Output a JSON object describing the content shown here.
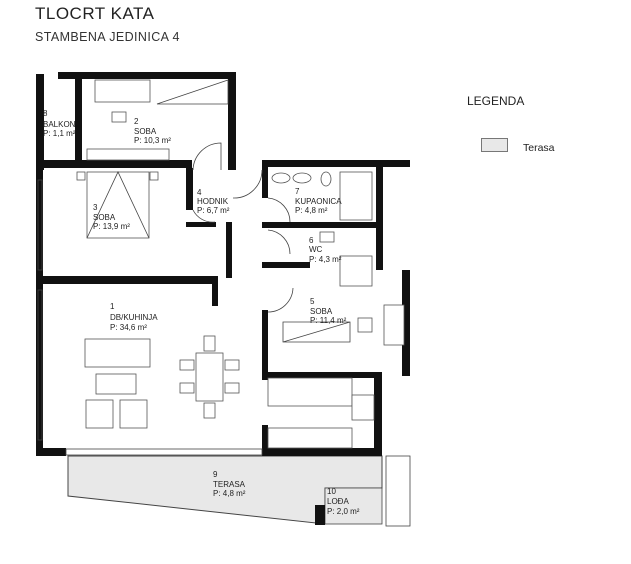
{
  "header": {
    "title": "TLOCRT KATA",
    "subtitle": "STAMBENA JEDINICA 4"
  },
  "legend": {
    "title": "LEGENDA",
    "items": [
      {
        "label": "Terasa",
        "color": "#e8e8e8"
      }
    ]
  },
  "rooms": [
    {
      "number": "1",
      "name": "DB/KUHINJA",
      "area": "P: 34,6 m²"
    },
    {
      "number": "2",
      "name": "SOBA",
      "area": "P: 10,3 m²"
    },
    {
      "number": "3",
      "name": "SOBA",
      "area": "P: 13,9 m²"
    },
    {
      "number": "4",
      "name": "HODNIK",
      "area": "P: 6,7 m²"
    },
    {
      "number": "5",
      "name": "SOBA",
      "area": "P: 11,4 m²"
    },
    {
      "number": "6",
      "name": "WC",
      "area": "P: 4,3 m²"
    },
    {
      "number": "7",
      "name": "KUPAONICA",
      "area": "P: 4,8 m²"
    },
    {
      "number": "8",
      "name": "BALKON",
      "area": "P: 1,1 m²"
    },
    {
      "number": "9",
      "name": "TERASA",
      "area": "P: 4,8 m²"
    },
    {
      "number": "10",
      "name": "LOĐA",
      "area": "P: 2,0 m²"
    }
  ]
}
